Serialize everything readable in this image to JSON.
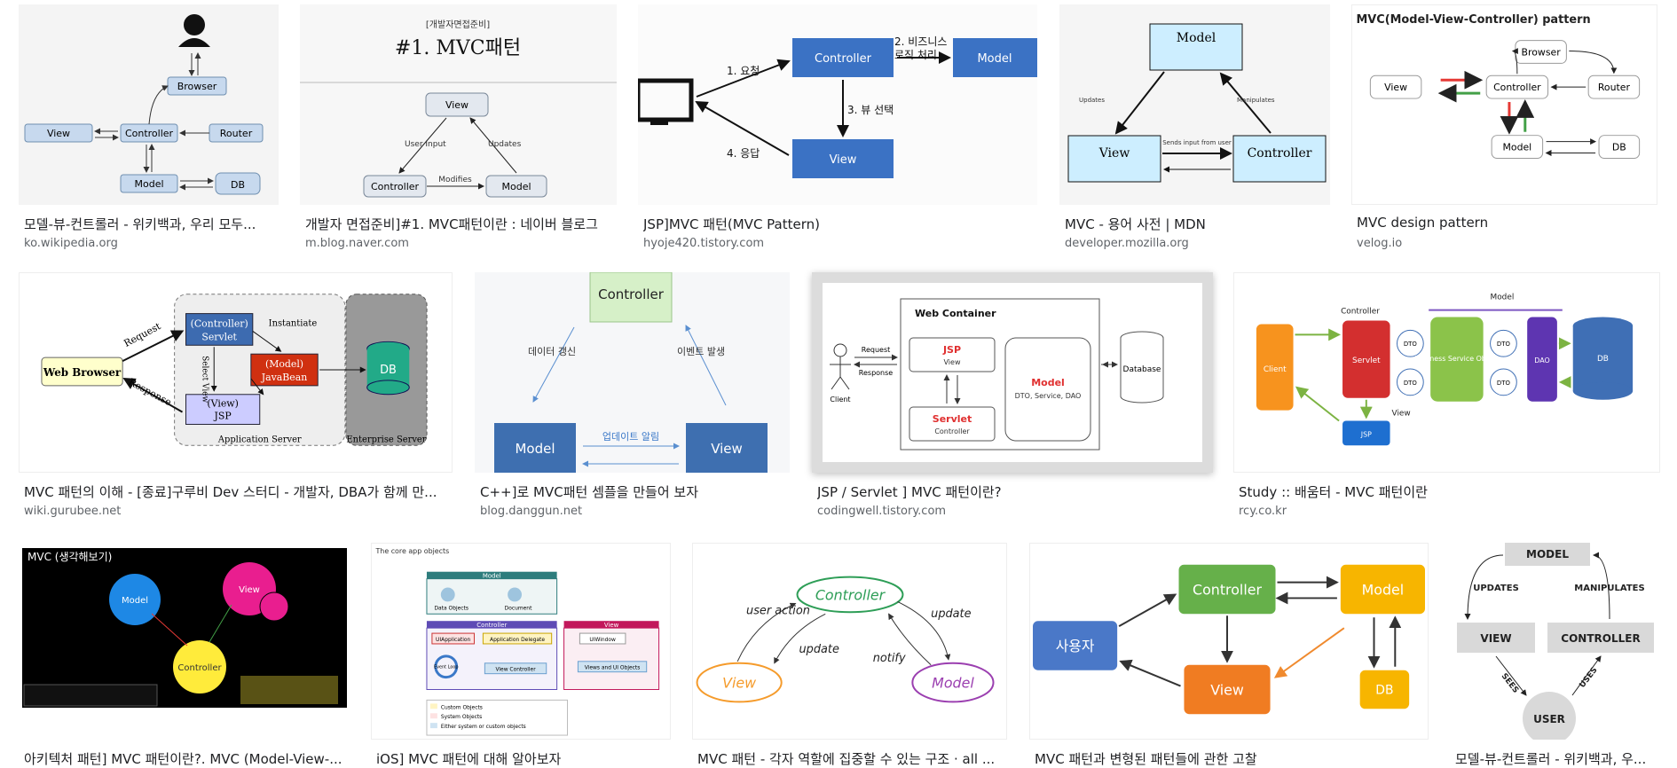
{
  "results": [
    {
      "title": "모델-뷰-컨트롤러 - 위키백과, 우리 모두...",
      "source": "ko.wikipedia.org",
      "labels": {
        "browser": "Browser",
        "view": "View",
        "controller": "Controller",
        "router": "Router",
        "model": "Model",
        "db": "DB"
      }
    },
    {
      "title": "개발자 면접준비]#1. MVC패턴이란 : 네이버 블로그",
      "source": "m.blog.naver.com",
      "labels": {
        "kicker": "[개발자면접준비]",
        "heading": "#1. MVC패턴",
        "view": "View",
        "controller": "Controller",
        "model": "Model",
        "user_input": "User Input",
        "updates": "Updates",
        "modifies": "Modifies"
      }
    },
    {
      "title": "JSP]MVC 패턴(MVC Pattern)",
      "source": "hyoje420.tistory.com",
      "labels": {
        "controller": "Controller",
        "model": "Model",
        "view": "View",
        "req": "1. 요청",
        "biz1": "2. 비즈니스",
        "biz2": "로직 처리",
        "pick": "3. 뷰 선택",
        "resp": "4. 응답"
      }
    },
    {
      "title": "MVC - 용어 사전 | MDN",
      "source": "developer.mozilla.org",
      "labels": {
        "model": "Model",
        "view": "View",
        "controller": "Controller",
        "updates": "Updates",
        "manipulates": "Manipulates",
        "sends": "Sends input from user"
      }
    },
    {
      "title": "MVC design pattern",
      "source": "velog.io",
      "labels": {
        "heading": "MVC(Model-View-Controller) pattern",
        "browser": "Browser",
        "view": "View",
        "controller": "Controller",
        "router": "Router",
        "model": "Model",
        "db": "DB"
      }
    },
    {
      "title": "MVC 패턴의 이해 - [종료]구루비 Dev 스터디 - 개발자, DBA가 함께 만...",
      "source": "wiki.gurubee.net",
      "labels": {
        "web_browser": "Web Browser",
        "request": "Request",
        "response": "Response",
        "controller": "(Controller)",
        "servlet": "Servlet",
        "instantiate": "Instantiate",
        "select_view": "Select View",
        "model": "(Model)",
        "javabean": "JavaBean",
        "view": "(View)",
        "jsp": "JSP",
        "db": "DB",
        "app_server": "Application Server",
        "ent_server": "Enterprise Server"
      }
    },
    {
      "title": "C++]로 MVC패턴 셈플을 만들어 보자",
      "source": "blog.danggun.net",
      "labels": {
        "controller": "Controller",
        "model": "Model",
        "view": "View",
        "data_update": "데이터 갱신",
        "event": "이벤트 발생",
        "update_notice": "업데이트 알림"
      }
    },
    {
      "title": "JSP / Servlet ] MVC 패턴이란?",
      "source": "codingwell.tistory.com",
      "labels": {
        "container": "Web Container",
        "jsp": "JSP",
        "view": "View",
        "servlet": "Servlet",
        "controller": "Controller",
        "model": "Model",
        "model_sub": "DTO, Service, DAO",
        "database": "Database",
        "request": "Request",
        "response": "Response",
        "client": "Client"
      }
    },
    {
      "title": "Study :: 배움터 - MVC 패턴이란",
      "source": "rcy.co.kr",
      "labels": {
        "client": "Client",
        "servlet": "Servlet",
        "dto": "DTO",
        "business": "Business Service Object",
        "dao": "DAO",
        "db": "DB",
        "jsp": "JSP",
        "controller": "Controller",
        "model": "Model",
        "view": "View"
      }
    },
    {
      "title": "아키텍처 패턴] MVC 패턴이란?. MVC (Model-View-...",
      "source": "",
      "labels": {
        "heading": "MVC (생각해보기)",
        "model": "Model",
        "view": "View",
        "controller": "Controller"
      }
    },
    {
      "title": "iOS] MVC 패턴에 대해 알아보자",
      "source": "",
      "labels": {
        "heading": "The core app objects",
        "model": "Model",
        "controller": "Controller",
        "view": "View",
        "data_objects": "Data Objects",
        "document": "Document",
        "ui_application": "UIApplication",
        "app_delegate": "Application Delegate",
        "ui_window": "UIWindow",
        "view_controller": "View Controller",
        "views_ui": "Views and UI Objects",
        "event_loop": "Event Loop",
        "custom": "Custom Objects",
        "system": "System Objects",
        "either": "Either system or custom objects"
      }
    },
    {
      "title": "MVC 패턴 - 각자 역할에 집중할 수 있는 구조 · all ...",
      "source": "",
      "labels": {
        "controller": "Controller",
        "view": "View",
        "model": "Model",
        "user_action": "user action",
        "update": "update",
        "notify": "notify",
        "update2": "update"
      }
    },
    {
      "title": "MVC 패턴과 변형된 패턴들에 관한 고찰",
      "source": "",
      "labels": {
        "user": "사용자",
        "controller": "Controller",
        "model": "Model",
        "view": "View",
        "db": "DB"
      }
    },
    {
      "title": "모델-뷰-컨트롤러 - 위키백과, 우...",
      "source": "",
      "labels": {
        "model": "MODEL",
        "updates": "UPDATES",
        "manipulates": "MANIPULATES",
        "view": "VIEW",
        "controller": "CONTROLLER",
        "sees": "SEES",
        "uses": "USES",
        "user": "USER"
      }
    }
  ]
}
